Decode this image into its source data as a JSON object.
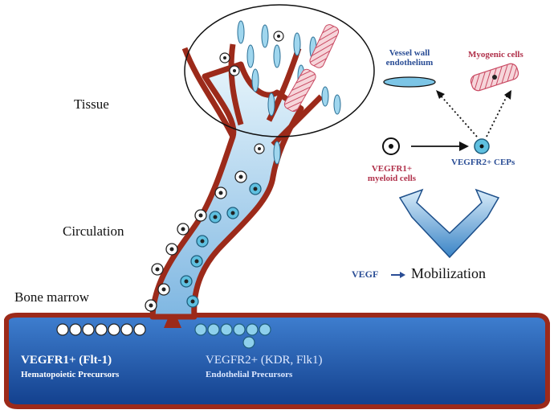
{
  "labels": {
    "tissue": "Tissue",
    "circulation": "Circulation",
    "bone_marrow": "Bone marrow",
    "vessel_wall_line1": "Vessel wall",
    "vessel_wall_line2": "endothelium",
    "myogenic": "Myogenic cells",
    "vegfr1_line1": "VEGFR1+",
    "vegfr1_line2": "myeloid cells",
    "vegfr2_ceps": "VEGFR2+ CEPs",
    "vegf": "VEGF",
    "vegf_arrow": "→",
    "mobilization": "Mobilization",
    "marrow_left_title": "VEGFR1+ (Flt-1)",
    "marrow_left_sub": "Hematopoietic Precursors",
    "marrow_right_title": "VEGFR2+ (KDR, Flk1)",
    "marrow_right_sub": "Endothelial Precursors"
  },
  "colors": {
    "marrow_blue": "#1c55b0",
    "vessel_wall_red": "#9c2a1a",
    "lumen_light_blue": "#b8dcf0",
    "cep_cyan": "#5fc0e0",
    "accent_red": "#b0304a",
    "accent_blue": "#2a4d95"
  }
}
